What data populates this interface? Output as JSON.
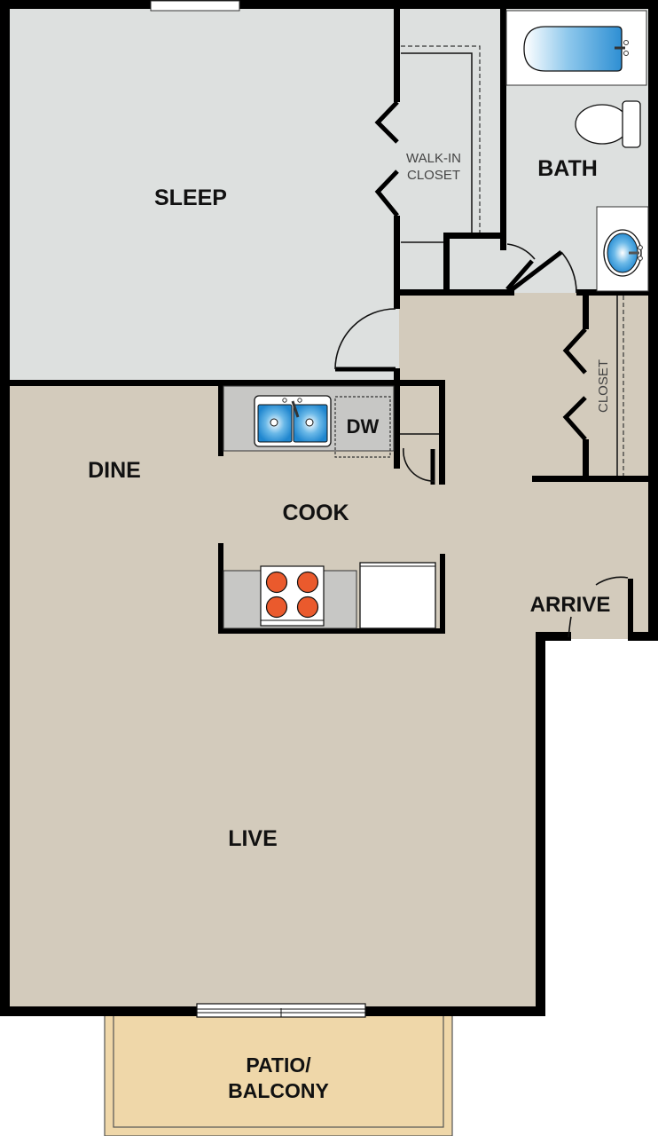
{
  "floor_plan": {
    "colors": {
      "bedroom_floor": "#dde0df",
      "living_floor": "#d3cbbc",
      "patio_floor": "#efd7a9",
      "counter": "#c7c7c5",
      "wall": "#000000",
      "fixture_blue": "#2e9bd8",
      "burner": "#ea5a2d"
    },
    "rooms": {
      "sleep": "SLEEP",
      "walk_in_closet_line1": "WALK-IN",
      "walk_in_closet_line2": "CLOSET",
      "bath": "BATH",
      "dine": "DINE",
      "cook": "COOK",
      "dishwasher": "DW",
      "closet": "CLOSET",
      "arrive": "ARRIVE",
      "live": "LIVE",
      "patio_line1": "PATIO/",
      "patio_line2": "BALCONY"
    },
    "fixtures": [
      "bathtub-icon",
      "toilet-icon",
      "bathroom-sink-icon",
      "kitchen-double-sink-icon",
      "dishwasher",
      "stove-icon",
      "refrigerator-icon"
    ]
  }
}
